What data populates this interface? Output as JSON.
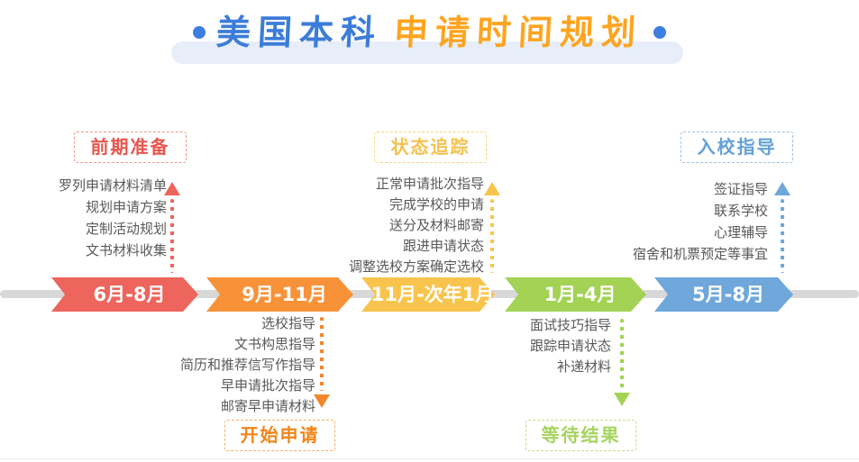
{
  "title": {
    "left_dot": "",
    "part1": "美国本科",
    "part2": "申请时间规划",
    "right_dot": "",
    "colors": {
      "blue_text": "#3C7CDA",
      "orange_text": "#FFA41F",
      "highlight_band": "#E7EEF9",
      "dot": "#3E7EE0"
    }
  },
  "timeline": {
    "bar_color": "#D8D8D8",
    "segments": [
      {
        "label": "6月-8月",
        "color": "#ED655C"
      },
      {
        "label": "9月-11月",
        "color": "#F79239"
      },
      {
        "label": "11月-次年1月",
        "color": "#F9C44D"
      },
      {
        "label": "1月-4月",
        "color": "#A3D254"
      },
      {
        "label": "5月-8月",
        "color": "#6FA7DB"
      }
    ]
  },
  "stages": [
    {
      "label": "前期准备",
      "color": "#E8564E",
      "placement": "above-timeline",
      "arrow": "up",
      "items": [
        "罗列申请材料清单",
        "规划申请方案",
        "定制活动规划",
        "文书材料收集"
      ]
    },
    {
      "label": "开始申请",
      "color": "#F08519",
      "placement": "below-timeline",
      "arrow": "down",
      "items": [
        "选校指导",
        "文书构思指导",
        "简历和推荐信写作指导",
        "早申请批次指导",
        "邮寄早申请材料"
      ]
    },
    {
      "label": "状态追踪",
      "color": "#F6C14E",
      "placement": "above-timeline",
      "arrow": "up",
      "items": [
        "正常申请批次指导",
        "完成学校的申请",
        "送分及材料邮寄",
        "跟进申请状态",
        "调整选校方案确定选校"
      ]
    },
    {
      "label": "等待结果",
      "color": "#A6D45E",
      "placement": "below-timeline",
      "arrow": "down",
      "items": [
        "面试技巧指导",
        "跟踪申请状态",
        "补递材料"
      ]
    },
    {
      "label": "入校指导",
      "color": "#63A1D8",
      "placement": "above-timeline",
      "arrow": "up",
      "items": [
        "签证指导",
        "联系学校",
        "心理辅导",
        "宿舍和机票预定等事宜"
      ]
    }
  ],
  "item_text_color": "#595959"
}
